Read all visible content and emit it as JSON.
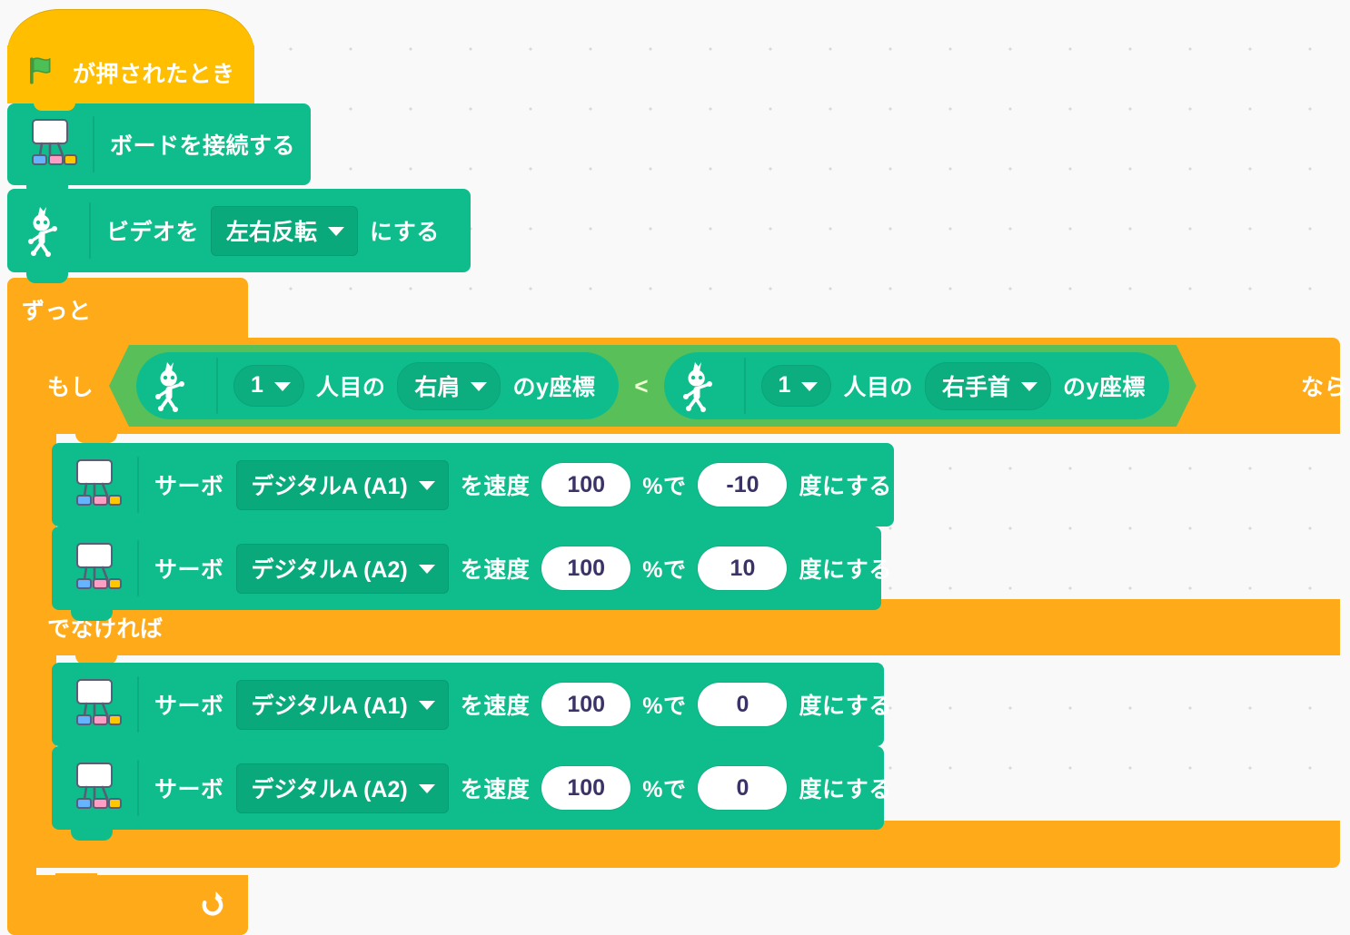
{
  "workspace": {
    "background_color": "#f9f9f9",
    "dot_color": "#d9d9d9"
  },
  "palette": {
    "events_yellow": "#ffbf00",
    "control_orange": "#ffab19",
    "extension_green": "#0fbd8c",
    "operator_green": "#59c059",
    "input_white": "#ffffff",
    "input_text": "#3b3268"
  },
  "script": {
    "hat": {
      "icon": "green-flag-icon",
      "label": "が押されたとき"
    },
    "connect_board": {
      "icon": "board-icon",
      "label": "ボードを接続する"
    },
    "video_block": {
      "icon": "pose-icon",
      "prefix": "ビデオを",
      "dropdown": "左右反転",
      "suffix": "にする"
    },
    "forever": {
      "label": "ずっと",
      "loop_icon": "loop-arrow-icon"
    },
    "if_else": {
      "if_label": "もし",
      "then_label": "なら",
      "else_label": "でなければ",
      "condition": {
        "operator": "<",
        "left": {
          "icon": "pose-icon",
          "person_index": "1",
          "person_suffix": "人目の",
          "body_part": "右肩",
          "coord_label": "のy座標"
        },
        "right": {
          "icon": "pose-icon",
          "person_index": "1",
          "person_suffix": "人目の",
          "body_part": "右手首",
          "coord_label": "のy座標"
        }
      },
      "then_blocks": [
        {
          "icon": "board-icon",
          "prefix": "サーボ",
          "port": "デジタルA (A1)",
          "speed_label": "を速度",
          "speed": "100",
          "percent_label": "%で",
          "angle": "-10",
          "suffix": "度にする"
        },
        {
          "icon": "board-icon",
          "prefix": "サーボ",
          "port": "デジタルA (A2)",
          "speed_label": "を速度",
          "speed": "100",
          "percent_label": "%で",
          "angle": "10",
          "suffix": "度にする"
        }
      ],
      "else_blocks": [
        {
          "icon": "board-icon",
          "prefix": "サーボ",
          "port": "デジタルA (A1)",
          "speed_label": "を速度",
          "speed": "100",
          "percent_label": "%で",
          "angle": "0",
          "suffix": "度にする"
        },
        {
          "icon": "board-icon",
          "prefix": "サーボ",
          "port": "デジタルA (A2)",
          "speed_label": "を速度",
          "speed": "100",
          "percent_label": "%で",
          "angle": "0",
          "suffix": "度にする"
        }
      ]
    }
  }
}
